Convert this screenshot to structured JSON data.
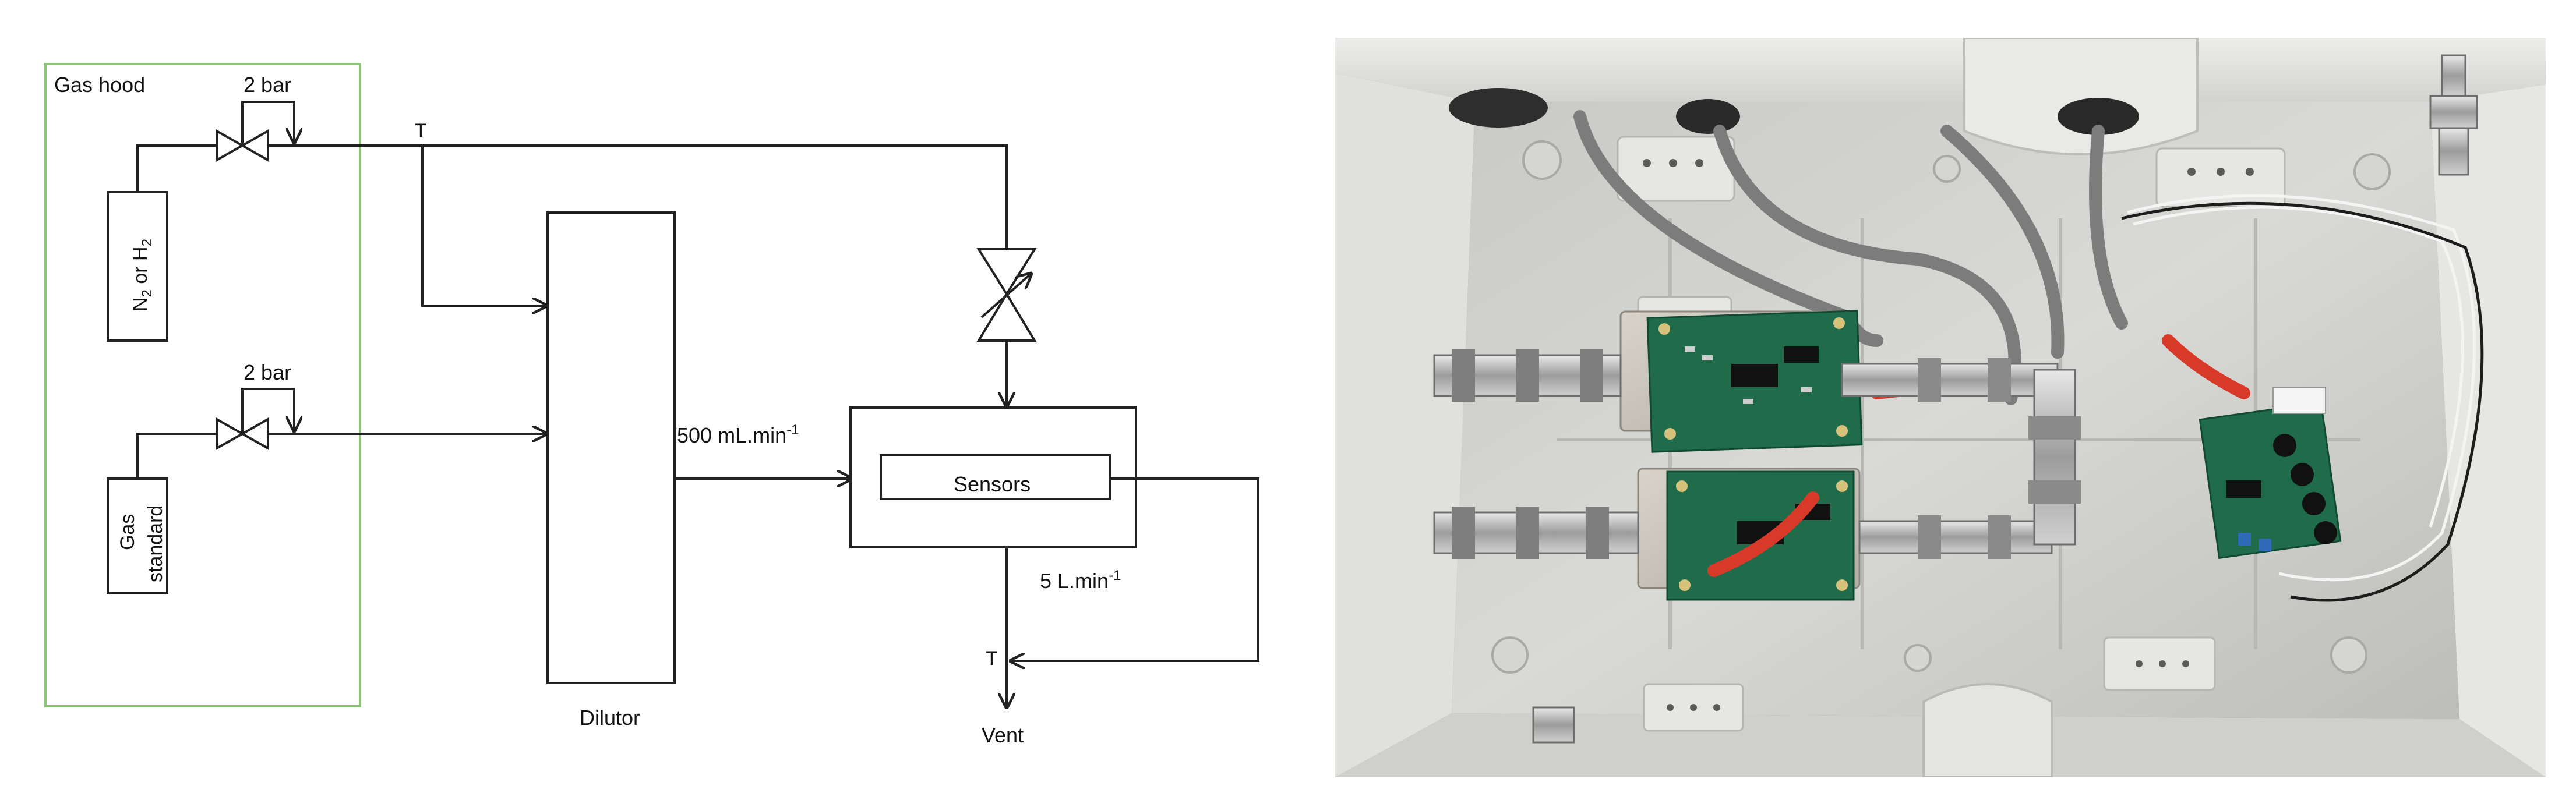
{
  "labels": {
    "gas_hood": "Gas hood",
    "regulator_top": "2 bar",
    "regulator_bottom": "2 bar",
    "tee_top": "T",
    "tee_vent": "T",
    "cylinder_top_a": "N",
    "cylinder_top_sub_a": "2",
    "cylinder_top_mid": " or H",
    "cylinder_top_sub_b": "2",
    "cylinder_bottom_line1": "Gas",
    "cylinder_bottom_line2": "standard",
    "dilutor": "Dilutor",
    "flow_dilutor": "500 mL.min",
    "flow_dilutor_exp": "-1",
    "sensors": "Sensors",
    "flow_sensors": "5 L.min",
    "flow_sensors_exp": "-1",
    "vent": "Vent"
  },
  "colors": {
    "hood_border": "#8cc47a",
    "hood_text": "#6aa84f",
    "lines": "#222222",
    "enclosure": "#d7d7d3",
    "pcb_green": "#1f6b4a",
    "red_sleeve": "#d83a2a",
    "steel": "#b5b5b5"
  },
  "photo": {
    "description_icons": [
      "enclosure-photo",
      "sensor-board-1",
      "sensor-board-2",
      "interface-board",
      "fittings"
    ]
  }
}
